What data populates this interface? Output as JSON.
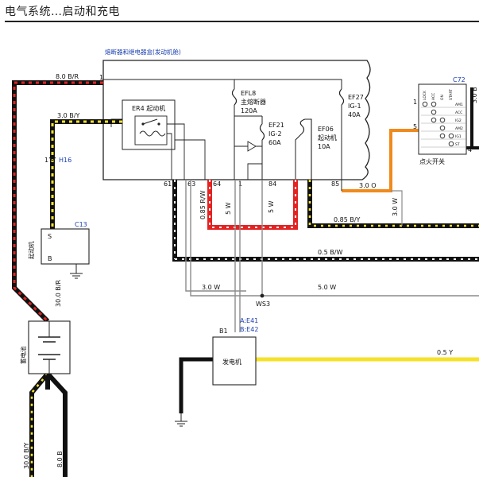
{
  "header": {
    "title": "电气系统…启动和充电"
  },
  "fuse_box": {
    "title": "熔断器和继电器盒(发动机舱)",
    "pin_top": "1",
    "relay": {
      "name": "ER4 起动机"
    },
    "fuses": [
      {
        "id": "EFL8",
        "sub": "主熔断器",
        "amp": "120A"
      },
      {
        "id": "EF21",
        "sub": "IG-2",
        "amp": "60A"
      },
      {
        "id": "EF06",
        "sub": "起动机",
        "amp": "10A"
      },
      {
        "id": "EF27",
        "sub": "IG-1",
        "amp": "40A"
      }
    ],
    "pins": [
      "61",
      "63",
      "64",
      "1",
      "84",
      "85"
    ]
  },
  "wires": {
    "w_top": "8.0 B/R",
    "w_3y": "3.0 B/Y",
    "h16": "H16",
    "w_064": "0.85 R/W",
    "w_5w_a": "5 W",
    "w_5w_b": "5 W",
    "w_3o": "3.0 O",
    "w_3w_v": "3.0 W",
    "w_085by": "0.85 B/Y",
    "w_05bw": "0.5 B/W",
    "w_3w": "3.0 W",
    "w_5w": "5.0 W",
    "ws3": "WS3",
    "w_30br": "30.0 B/R",
    "w_05y": "0.5 Y",
    "w_30by": "30.0 B/Y",
    "w_80b": "8.0 B",
    "w_30b_top": "3.0 B"
  },
  "components": {
    "starter": {
      "id": "C13",
      "name": "起动机",
      "pin_s": "S",
      "pin_b": "B"
    },
    "battery": {
      "name": "蓄电池"
    },
    "alternator": {
      "name": "发电机",
      "pin_b1": "B1",
      "conn_a": "A:E41",
      "conn_b": "B:E42"
    },
    "ignition": {
      "id": "C72",
      "name": "点火开关",
      "pin_1": "1",
      "pin_5": "5",
      "pin_4": "4",
      "cols": [
        "LOCK",
        "ACC",
        "ON",
        "START"
      ],
      "rows": [
        "AM1",
        "ACC",
        "IG2",
        "AM2",
        "IG1",
        "ST"
      ]
    }
  },
  "colors": {
    "black": "#111111",
    "yellow": "#f5e12a",
    "red": "#e32222",
    "orange": "#f08a1c",
    "white": "#ffffff",
    "gray": "#8c8c8c",
    "blue": "#1a3fb0"
  }
}
